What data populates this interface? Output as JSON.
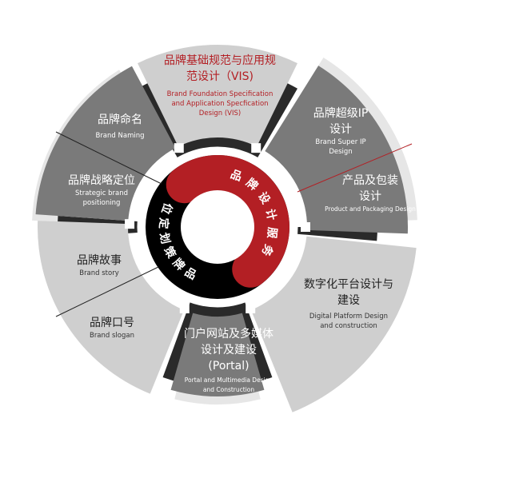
{
  "colors": {
    "accent": "#b31f24",
    "dark_segment": "#7a7a7a",
    "light_segment": "#cfcfcf",
    "ring_black": "#000000"
  },
  "center": {
    "left_ring": "品牌策划定位",
    "right_ring": "品牌设计服务"
  },
  "segments": [
    {
      "zh": "品牌基础规范与应用规范设计（VIS)",
      "en": "Brand Foundation Specification and Application Specfication Design (VIS)"
    },
    {
      "zh": "品牌超级IP设计",
      "en": "Brand Super IP Design"
    },
    {
      "zh": "产品及包装设计",
      "en": "Product and Packaging Design"
    },
    {
      "zh": "数字化平台设计与建设",
      "en": "Digital Platform Design and construction"
    },
    {
      "zh": "门户网站及多媒体设计及建设(Portal)",
      "en": "Portal and Multimedia Design and Construction"
    },
    {
      "zh": "品牌口号",
      "en": "Brand slogan"
    },
    {
      "zh": "品牌故事",
      "en": "Brand story"
    },
    {
      "zh": "品牌战略定位",
      "en": "Strategic brand positioning"
    },
    {
      "zh": "品牌命名",
      "en": "Brand Naming"
    }
  ]
}
